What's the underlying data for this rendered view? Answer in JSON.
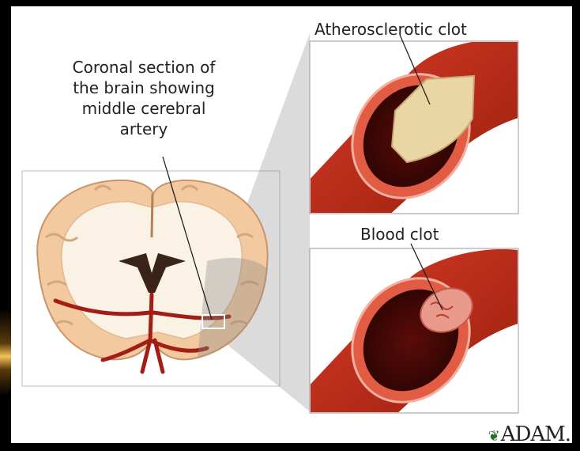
{
  "labels": {
    "coronal_line1": "Coronal section of",
    "coronal_line2": "the brain showing",
    "coronal_line3": "middle cerebral",
    "coronal_line4": "artery",
    "atherosclerotic": "Atherosclerotic clot",
    "blood": "Blood clot"
  },
  "logo": {
    "text": "ADAM.",
    "icon": "leaf-icon"
  },
  "colors": {
    "artery": "#c0301c",
    "artery_dark": "#7a140a",
    "brain_tissue": "#f3c9a0",
    "clot": "#ead5a4"
  }
}
